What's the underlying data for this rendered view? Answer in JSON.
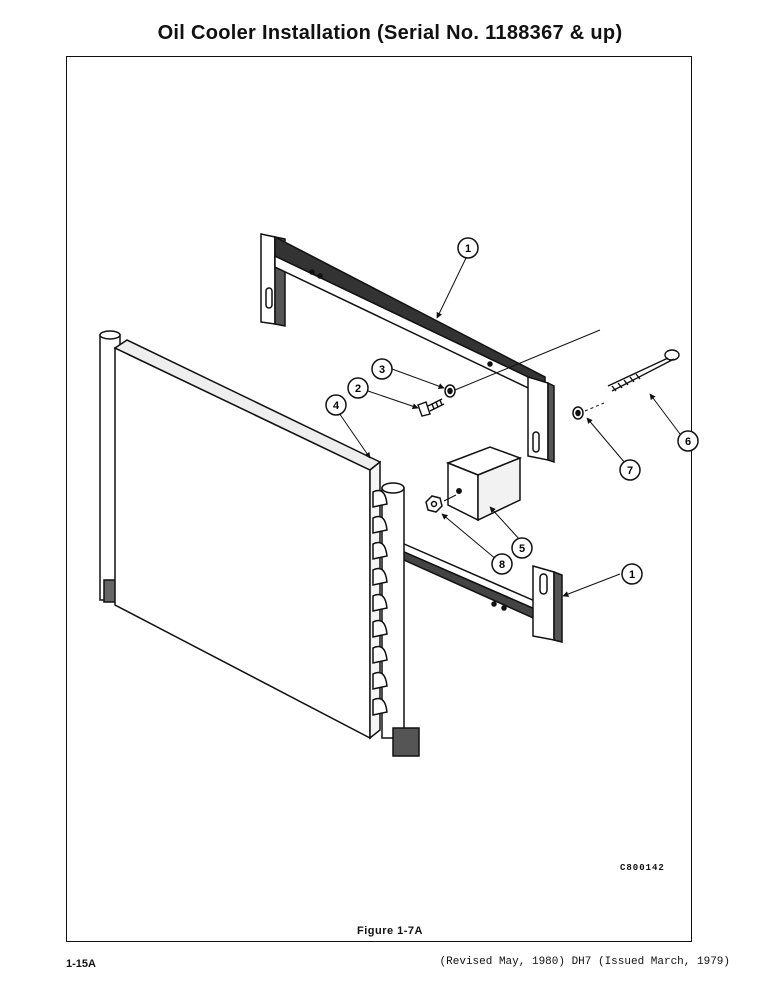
{
  "title": "Oil Cooler Installation (Serial No. 1188367 & up)",
  "figure_caption": "Figure 1-7A",
  "drawing_number": "C800142",
  "page_number": "1-15A",
  "revision_note": "(Revised May, 1980) DH7 (Issued March, 1979)",
  "callouts": {
    "c1_top": "1",
    "c1_bottom": "1",
    "c2": "2",
    "c3": "3",
    "c4": "4",
    "c5": "5",
    "c6": "6",
    "c7": "7",
    "c8": "8"
  }
}
